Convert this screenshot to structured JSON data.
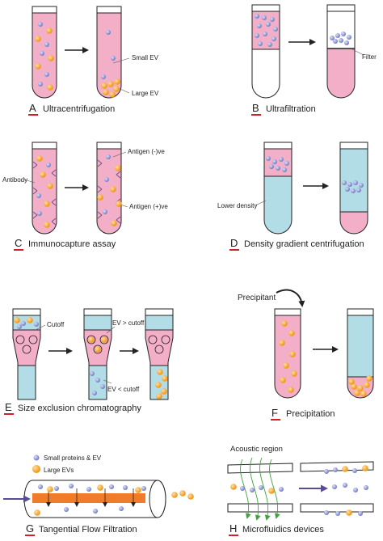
{
  "panels": {
    "a": {
      "letter": "A",
      "caption": "Ultracentrifugation",
      "small_ev": "Small EV",
      "large_ev": "Large EV"
    },
    "b": {
      "letter": "B",
      "caption": "Ultrafiltration",
      "filter": "Filter"
    },
    "c": {
      "letter": "C",
      "caption": "Immunocapture assay",
      "antibody": "Antibody",
      "antigen_neg": "Antigen (-)ve",
      "antigen_pos": "Antigen (+)ve"
    },
    "d": {
      "letter": "D",
      "caption": "Density gradient centrifugation",
      "lower_density": "Lower density"
    },
    "e": {
      "letter": "E",
      "caption": "Size exclusion chromatography",
      "cutoff": "Cutoff",
      "ev_gt": "EV > cutoff",
      "ev_lt": "EV < cutoff"
    },
    "f": {
      "letter": "F",
      "caption": "Precipitation",
      "precipitant": "Precipitant"
    },
    "g": {
      "letter": "G",
      "caption": "Tangential Flow Filtration",
      "legend_small": "Small proteins & EV",
      "legend_large": "Large EVs"
    },
    "h": {
      "letter": "H",
      "caption": "Microfluidics devices",
      "acoustic": "Acoustic region"
    }
  },
  "colors": {
    "pink": "#f4afc8",
    "blue": "#b3dde6",
    "small_ev": "#8d98d4",
    "large_ev": "#f7a823",
    "accent": "#d0202a",
    "arrow": "#222222",
    "flow_arrow": "#5a4a9a",
    "membrane": "#f07b2b",
    "acoustic": "#3fa33c"
  }
}
